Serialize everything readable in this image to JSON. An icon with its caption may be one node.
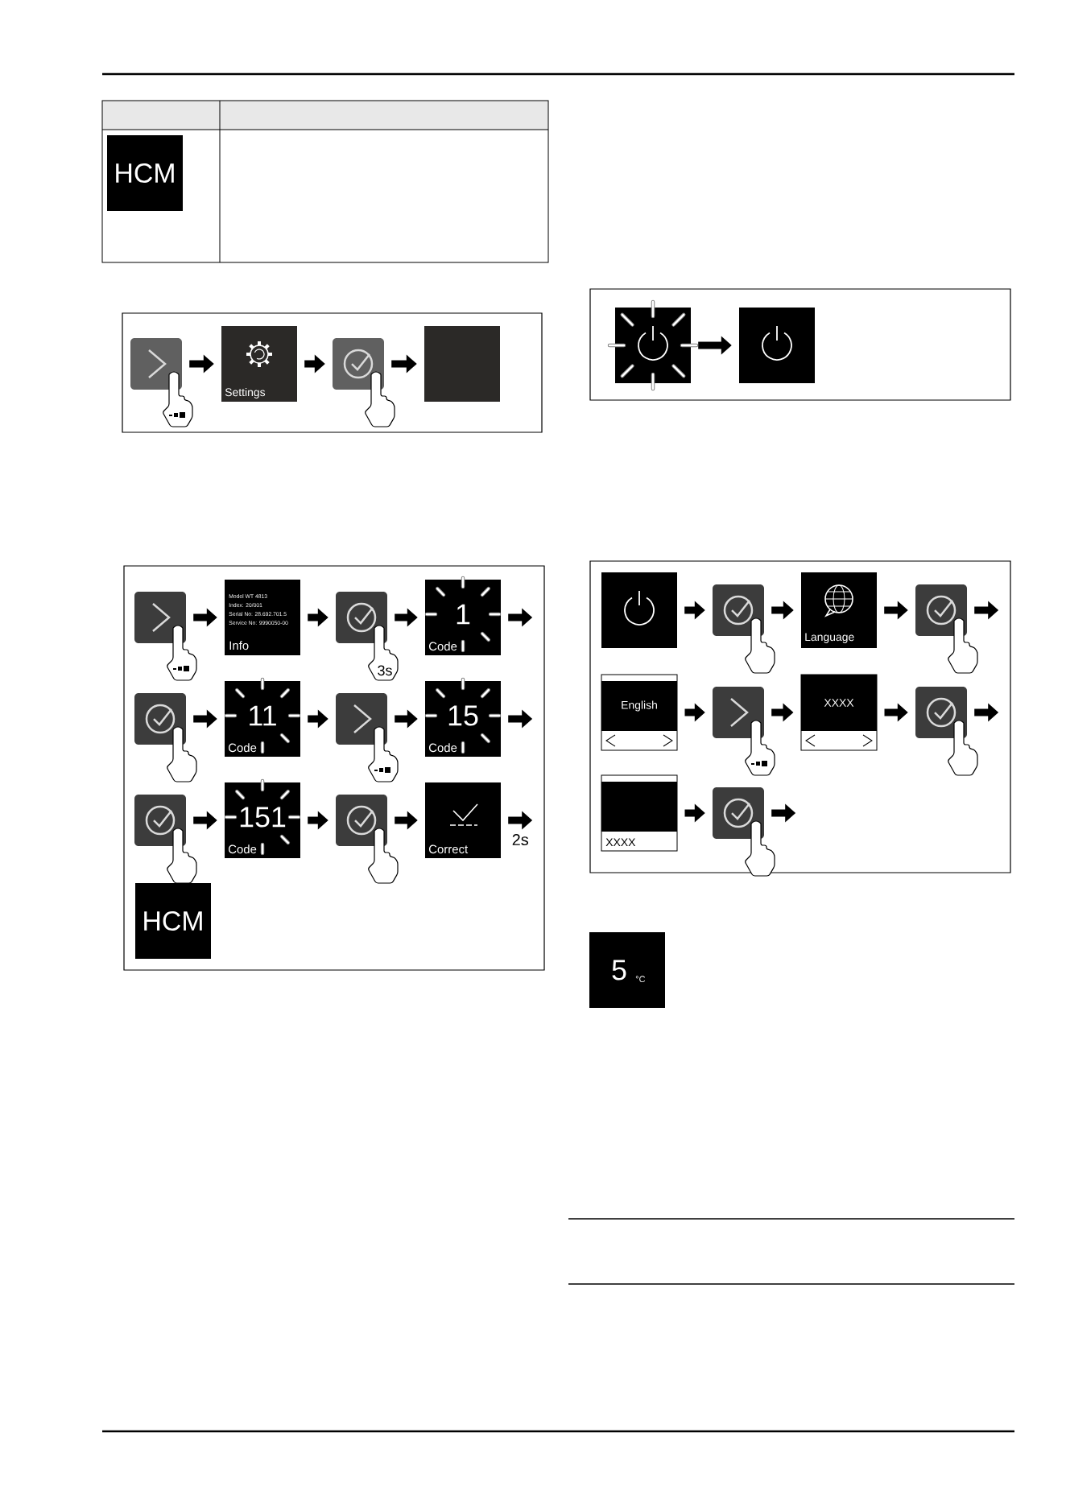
{
  "diagram": {
    "nodes": [
      {
        "text": [
          "HCM"
        ]
      },
      {
        "text": [],
        "shape": "button"
      },
      {
        "text": [
          "Settings"
        ]
      },
      {
        "text": [],
        "shape": "button"
      },
      {
        "text": [],
        "shape": "box"
      },
      {
        "text": [],
        "shape": "box"
      },
      {
        "text": [],
        "shape": "box"
      },
      {
        "text": [],
        "shape": "button"
      },
      {
        "text": [
          "Model WT 4813",
          "Index: 20/001",
          "Serial No: 28.692.701.5",
          "Service No: 9990050-00",
          "Info"
        ]
      },
      {
        "text": [],
        "shape": "button",
        "beside": [
          "3s"
        ]
      },
      {
        "text": [
          "1",
          "Code"
        ]
      },
      {
        "text": [],
        "shape": "button"
      },
      {
        "text": [
          "11",
          "Code"
        ]
      },
      {
        "text": [],
        "shape": "button"
      },
      {
        "text": [
          "15",
          "Code"
        ]
      },
      {
        "text": [],
        "shape": "button"
      },
      {
        "text": [
          "151",
          "Code"
        ]
      },
      {
        "text": [],
        "shape": "button"
      },
      {
        "text": [
          "Correct"
        ]
      },
      {
        "text": [
          "HCM"
        ]
      },
      {
        "text": [],
        "shape": "box"
      },
      {
        "text": [],
        "shape": "button"
      },
      {
        "text": [
          "Language"
        ]
      },
      {
        "text": [],
        "shape": "button"
      },
      {
        "text": [
          "English"
        ]
      },
      {
        "text": [],
        "shape": "button"
      },
      {
        "text": [
          "XXXX"
        ]
      },
      {
        "text": [],
        "shape": "button"
      },
      {
        "text": [
          "XXXX"
        ]
      },
      {
        "text": [],
        "shape": "button"
      },
      {
        "text": [
          "5",
          "°C"
        ]
      }
    ],
    "edges": [
      {
        "from": 1,
        "to": 2,
        "arrow": "to"
      },
      {
        "from": 2,
        "to": 3,
        "arrow": "to"
      },
      {
        "from": 3,
        "to": 4,
        "arrow": "to"
      },
      {
        "from": 5,
        "to": 6,
        "arrow": "to"
      },
      {
        "from": 7,
        "to": 8,
        "arrow": "to"
      },
      {
        "from": 8,
        "to": 9,
        "arrow": "to"
      },
      {
        "from": 9,
        "to": 10,
        "arrow": "to"
      },
      {
        "from": 10,
        "to": null,
        "arrow": "to"
      },
      {
        "from": 11,
        "to": 12,
        "arrow": "to"
      },
      {
        "from": 12,
        "to": 13,
        "arrow": "to"
      },
      {
        "from": 13,
        "to": 14,
        "arrow": "to"
      },
      {
        "from": 14,
        "to": null,
        "arrow": "to"
      },
      {
        "from": 15,
        "to": 16,
        "arrow": "to"
      },
      {
        "from": 16,
        "to": 17,
        "arrow": "to"
      },
      {
        "from": 17,
        "to": 18,
        "arrow": "to"
      },
      {
        "from": 18,
        "to": null,
        "arrow": "to",
        "label": "2s"
      },
      {
        "from": 20,
        "to": 21,
        "arrow": "to"
      },
      {
        "from": 21,
        "to": 22,
        "arrow": "to"
      },
      {
        "from": 22,
        "to": 23,
        "arrow": "to"
      },
      {
        "from": 23,
        "to": null,
        "arrow": "to"
      },
      {
        "from": 24,
        "to": 25,
        "arrow": "to"
      },
      {
        "from": 25,
        "to": 26,
        "arrow": "to"
      },
      {
        "from": 26,
        "to": 27,
        "arrow": "to"
      },
      {
        "from": 27,
        "to": null,
        "arrow": "to"
      },
      {
        "from": 28,
        "to": 29,
        "arrow": "to"
      },
      {
        "from": 29,
        "to": null,
        "arrow": "to"
      }
    ]
  }
}
